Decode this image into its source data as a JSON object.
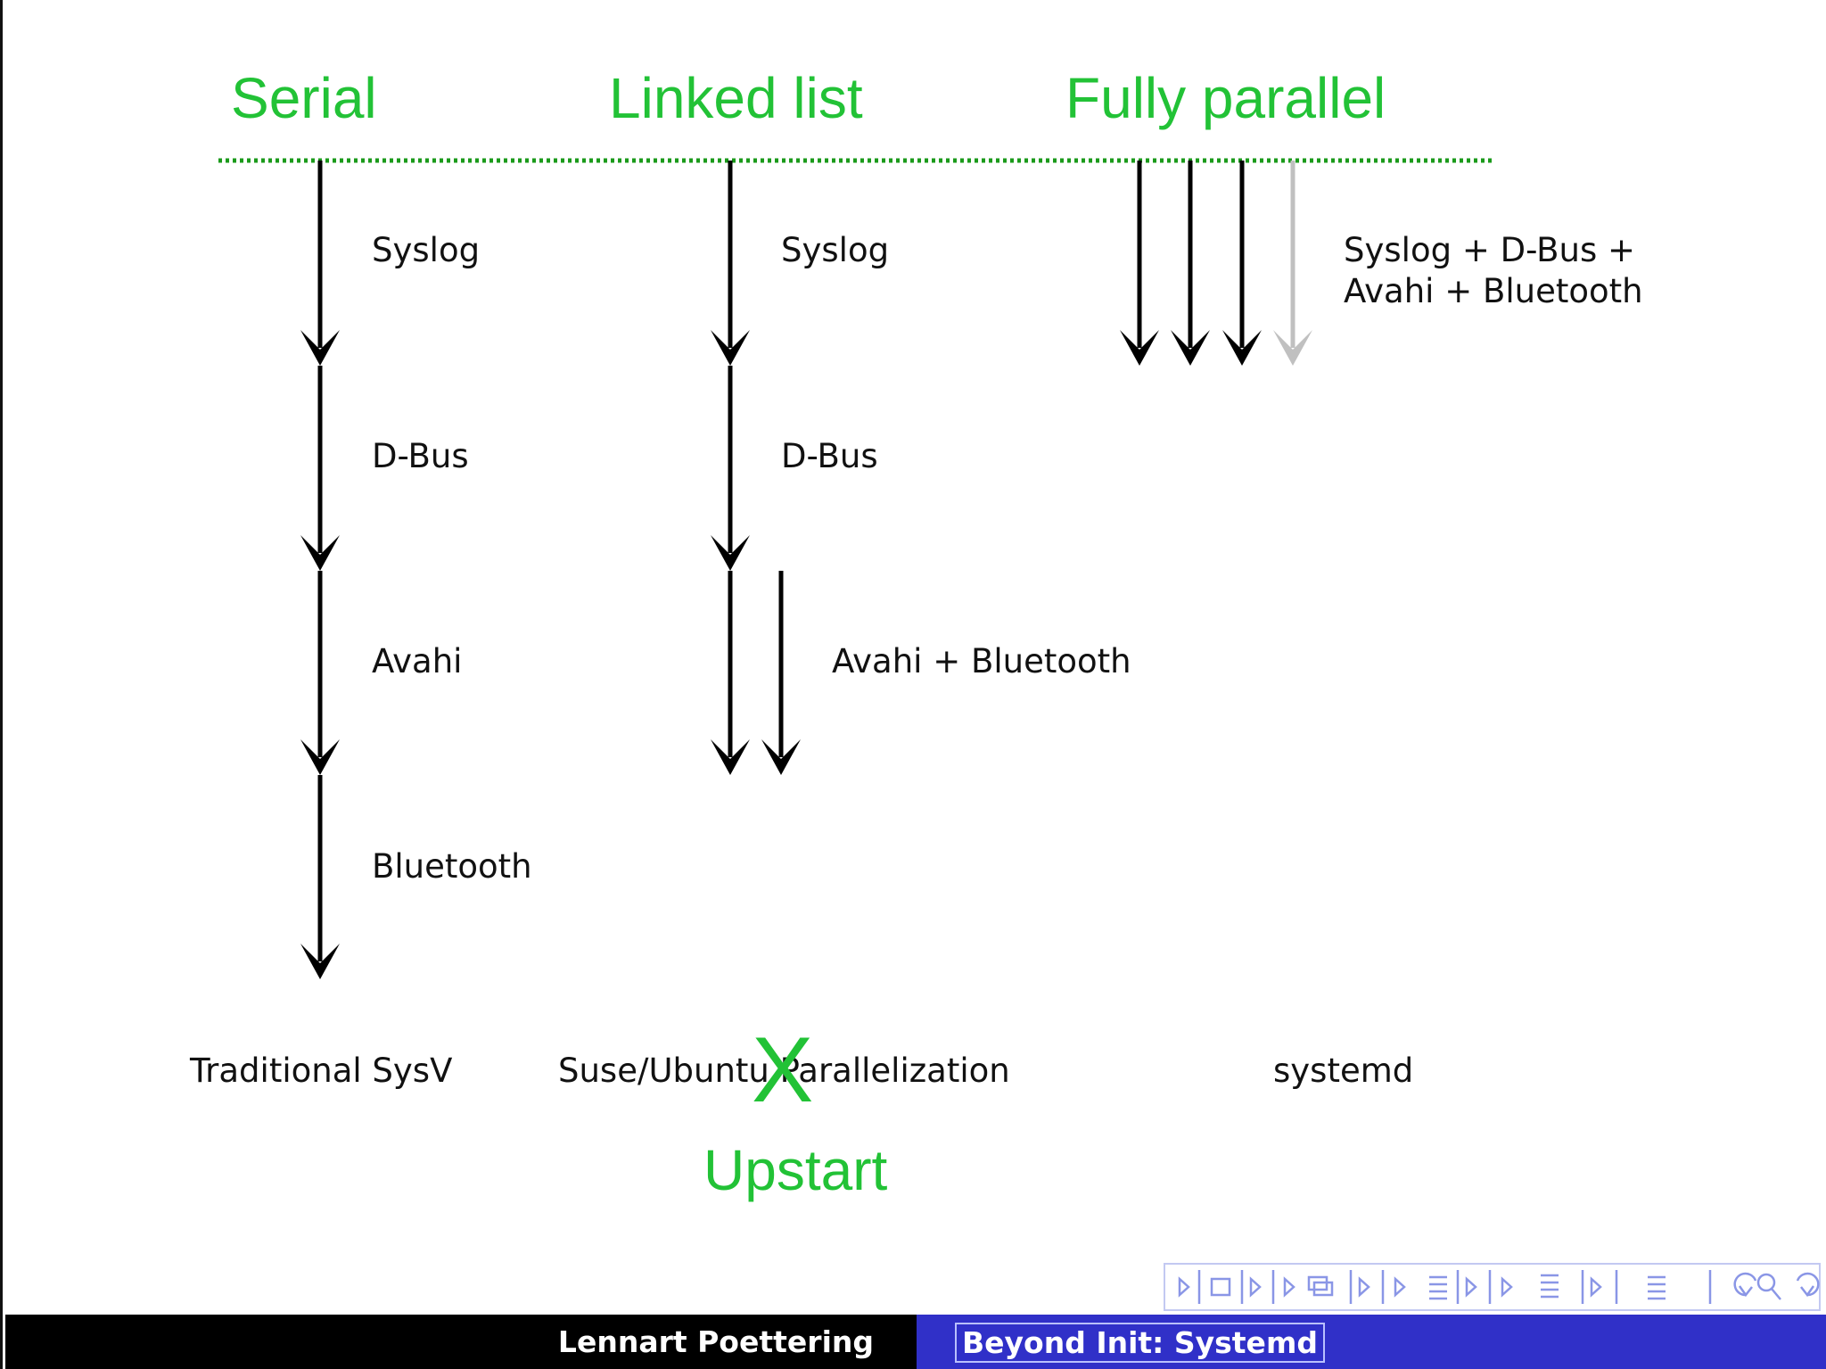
{
  "headings": {
    "serial": "Serial",
    "linked_list": "Linked list",
    "fully_parallel": "Fully parallel",
    "upstart": "Upstart",
    "x_mark": "X"
  },
  "serial_steps": [
    "Syslog",
    "D-Bus",
    "Avahi",
    "Bluetooth"
  ],
  "linked_steps": [
    "Syslog",
    "D-Bus",
    "Avahi + Bluetooth"
  ],
  "parallel_label": [
    "Syslog + D-Bus +",
    "Avahi + Bluetooth"
  ],
  "captions": {
    "sysv": "Traditional SysV",
    "suse": "Suse/Ubuntu Parallelization",
    "systemd": "systemd"
  },
  "footer": {
    "author": "Lennart Poettering",
    "title": "Beyond Init: Systemd"
  },
  "colors": {
    "heading": "#22c236",
    "dotted_line": "#1a9a1a",
    "arrow": "#000000",
    "arrow_faded": "#c0c0c0",
    "footer_left": "#000000",
    "footer_right": "#3030c8"
  },
  "icons": [
    "prev-arrow-icon",
    "frame-icon",
    "next-arrow-icon",
    "subsection-icon",
    "section-icon",
    "document-icon",
    "undo-icon",
    "search-icon",
    "redo-icon"
  ]
}
